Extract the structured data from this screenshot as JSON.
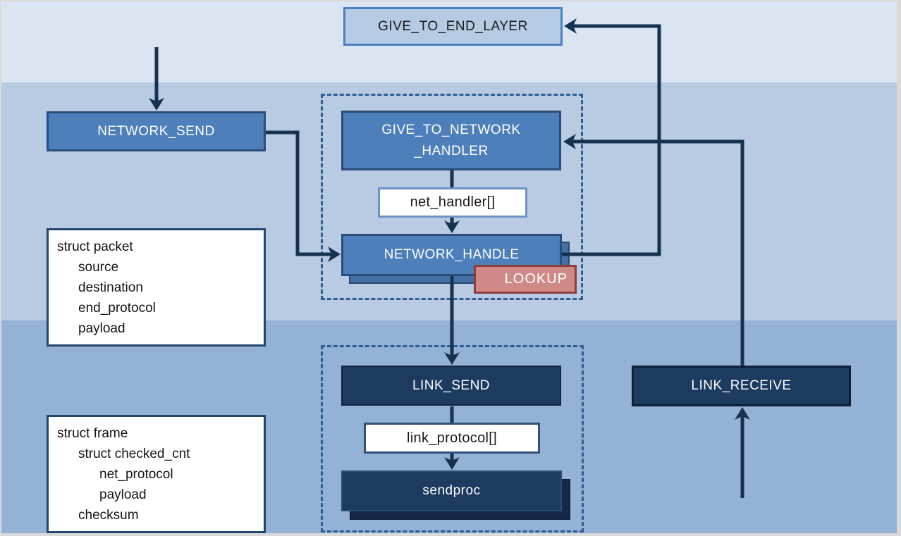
{
  "diagram": {
    "title_hint": "network stack flow diagram",
    "nodes": {
      "give_to_end_layer": {
        "label": "GIVE_TO_END_LAYER"
      },
      "network_send": {
        "label": "NETWORK_SEND"
      },
      "give_to_network_handler": {
        "line1": "GIVE_TO_NETWORK",
        "line2": "_HANDLER"
      },
      "net_handler": {
        "label": "net_handler[]"
      },
      "network_handle": {
        "label": "NETWORK_HANDLE"
      },
      "lookup": {
        "label": "LOOKUP"
      },
      "link_send": {
        "label": "LINK_SEND"
      },
      "link_protocol": {
        "label": "link_protocol[]"
      },
      "sendproc": {
        "label": "sendproc"
      },
      "link_receive": {
        "label": "LINK_RECEIVE"
      }
    },
    "structs": {
      "packet": {
        "lines": [
          "struct packet",
          "source",
          "destination",
          "end_protocol",
          "payload"
        ]
      },
      "frame": {
        "lines": [
          "struct frame",
          "struct checked_cnt",
          "net_protocol",
          "payload",
          "checksum"
        ]
      }
    },
    "colors": {
      "band_top": "#dbe5f1",
      "band_middle": "#b9cbe2",
      "band_bottom": "#94b2d6",
      "node_blue": "#4d7fba",
      "node_navy": "#1d3a60",
      "node_light": "#b5cae3",
      "lookup_fill": "#cf8a88",
      "lookup_border": "#8f3e3b",
      "connector": "#16324f",
      "dashed_border": "#2e5e94"
    }
  }
}
